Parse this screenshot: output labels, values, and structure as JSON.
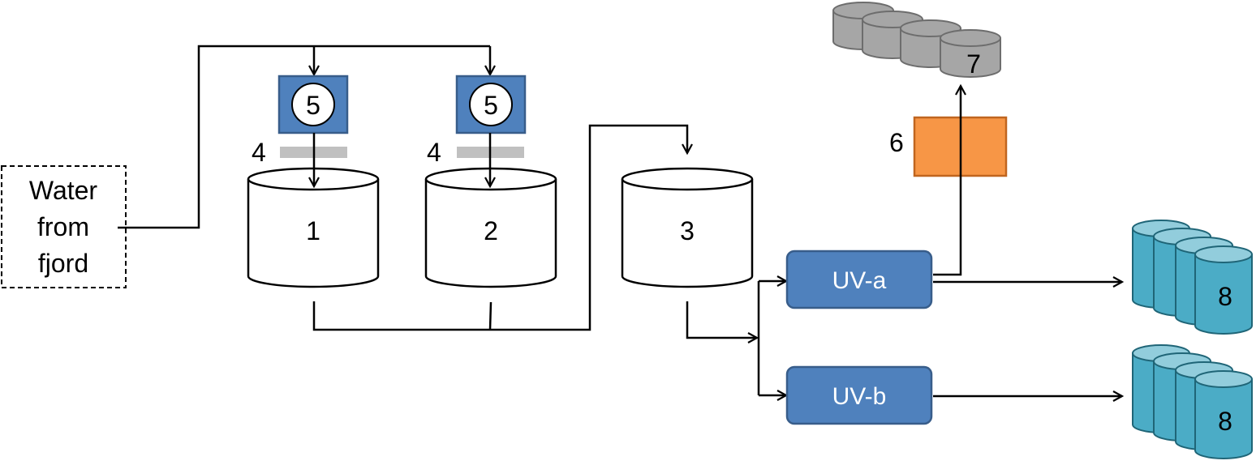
{
  "source": {
    "lines": [
      "Water",
      "from",
      "fjord"
    ]
  },
  "tanks": [
    {
      "label": "1"
    },
    {
      "label": "2"
    },
    {
      "label": "3"
    }
  ],
  "uv_units": [
    {
      "label": "5"
    },
    {
      "label": "5"
    }
  ],
  "filters": [
    {
      "label": "4"
    },
    {
      "label": "4"
    }
  ],
  "treatment": {
    "uv_a": "UV-a",
    "uv_b": "UV-b",
    "box6": "6"
  },
  "storage": {
    "grey_label": "7",
    "blue_label_top": "8",
    "blue_label_bottom": "8"
  },
  "colors": {
    "uv_box": "#4f81bd",
    "uv_box_stroke": "#385d8a",
    "orange_box": "#f79646",
    "orange_stroke": "#c0651f",
    "filter_bar": "#c0c0c0",
    "grey_tank": "#a6a6a6",
    "grey_tank_stroke": "#6d6d6d",
    "blue_tank": "#4bacc6",
    "blue_tank_top": "#92cddc",
    "blue_tank_stroke": "#1f6577"
  }
}
